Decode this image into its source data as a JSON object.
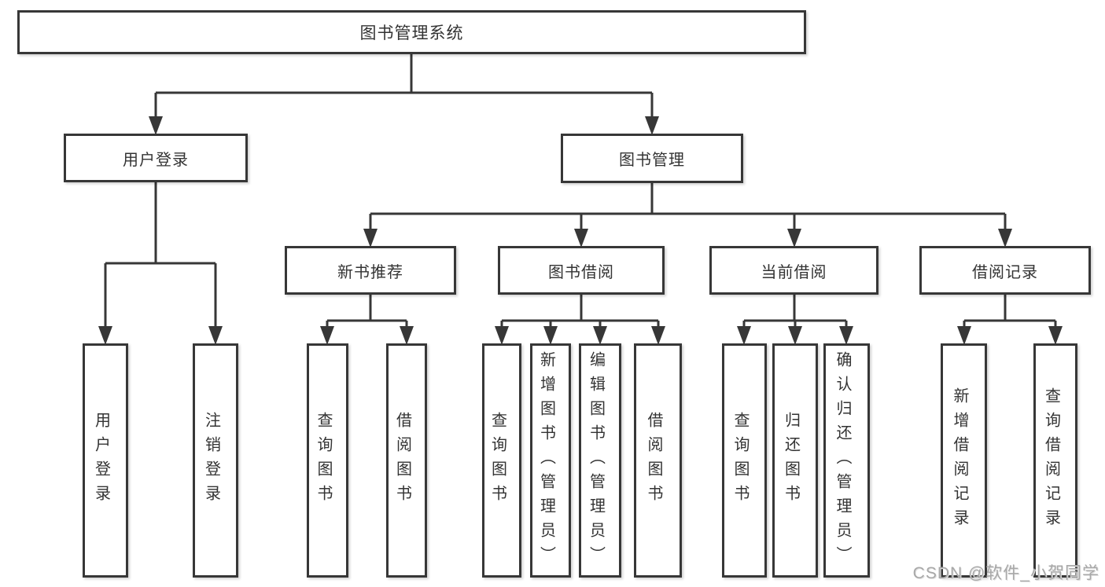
{
  "diagram": {
    "title": "图书管理系统",
    "colors": {
      "line": "#373737",
      "text": "#333333",
      "box_background": "#ffffff",
      "watermark": "#a8a8a8"
    },
    "nodes": {
      "system": {
        "label": "图书管理系统"
      },
      "user_login": {
        "label": "用户登录"
      },
      "book_mgmt": {
        "label": "图书管理"
      },
      "user_login_action": {
        "label": "用户登录"
      },
      "logout_action": {
        "label": "注销登录"
      },
      "new_book_rec": {
        "label": "新书推荐"
      },
      "book_borrow": {
        "label": "图书借阅"
      },
      "current_borrow": {
        "label": "当前借阅"
      },
      "borrow_records": {
        "label": "借阅记录"
      },
      "nbr_query_books": {
        "label": "查询图书"
      },
      "nbr_borrow_books": {
        "label": "借阅图书"
      },
      "bb_query_books": {
        "label": "查询图书"
      },
      "bb_add_books": {
        "label": "新增图书（管理员）"
      },
      "bb_edit_books": {
        "label": "编辑图书（管理员）"
      },
      "bb_borrow_books": {
        "label": "借阅图书"
      },
      "cb_query_books": {
        "label": "查询图书"
      },
      "cb_return_books": {
        "label": "归还图书"
      },
      "cb_confirm_return": {
        "label": "确认归还（管理员）"
      },
      "br_add_record": {
        "label": "新增借阅记录"
      },
      "br_query_record": {
        "label": "查询借阅记录"
      }
    }
  },
  "watermark": {
    "text": "CSDN @软件_小贺同学"
  }
}
